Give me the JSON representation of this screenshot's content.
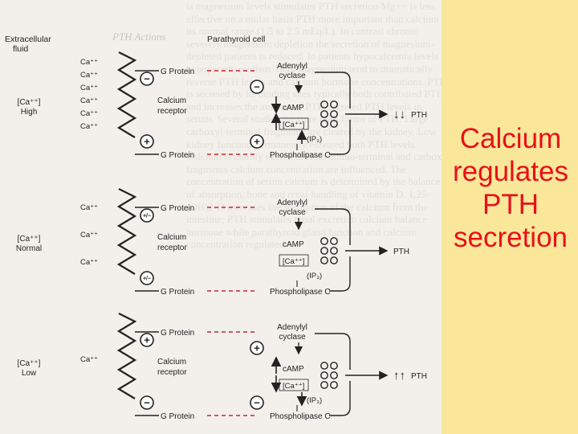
{
  "slide": {
    "title_lines": [
      "Calcium",
      "regulates",
      "PTH",
      "secretion"
    ],
    "title_color": "#e8101a",
    "background_color": "#fbe79a"
  },
  "figure": {
    "heading_extracellular": [
      "Extracellular",
      "fluid"
    ],
    "heading_parathyroid": "Parathyroid cell",
    "bg_caption": "PTH Actions",
    "bg_text": "is magnesium levels stimulates PTH secretion Mg++ is less effective on a molar basis PTH more important than calcium in its normal range (1.5 to 2.5 mEq/L). In contrast chronic severely magnesium depletion the secretion of magnesium-depleted patients is reduced. In patients hypocalcemia levels hypoparathyroidism. Both magnesium tend to dramatically reverse PTH levels and calcium hormone concentrations. PTH is secreted by its binding sites typically both contributed PTH and increases the amount of PTH secreted PTH levels in serum. Several studies measure both forms of PTH. Large carboxyl-terminal fragments are cleared by the kidney. Low kidney function permanently elevated both PTH levels. Calcium is mainly excreted. Both amino-terminal and carboxyl fragments calcium concentration are influenced. The concentration of serum calcium is determined by the balance of absorption, bone and renal handling of vitamin D. 1,25-(OH)2-D increases the absorption of the calcium from the intestine; PTH stimulates renal excretion calcium balance hormone while parathyroid gland function and calcium concentration regulated"
  },
  "panels": [
    {
      "state": "High",
      "ecf_label": [
        "[Ca⁺⁺]",
        "High"
      ],
      "ca_ions": [
        "Ca⁺⁺",
        "Ca⁺⁺",
        "Ca⁺⁺",
        "Ca⁺⁺",
        "Ca⁺⁺",
        "Ca⁺⁺"
      ],
      "receptor_label": [
        "Calcium",
        "receptor"
      ],
      "g_protein_top": "G Protein",
      "g_protein_bottom": "G Protein",
      "adenylyl_label": [
        "Adenylyl",
        "cyclase"
      ],
      "phospholipase_label": "Phospholipase C",
      "camp_label": "cAMP",
      "ca_intra_label": "[Ca⁺⁺]",
      "ip3_label": "(IP₃)",
      "pth_label": "PTH",
      "receptor_top_sign": "−",
      "receptor_bottom_sign": "+",
      "adenylyl_sign": "−",
      "phospholipase_sign": "+",
      "camp_change": "down",
      "ca_intra_change": "up",
      "ip3_change": "up",
      "pth_arrows": "↓↓"
    },
    {
      "state": "Normal",
      "ecf_label": [
        "[Ca⁺⁺]",
        "Normal"
      ],
      "ca_ions": [
        "Ca⁺⁺",
        "Ca⁺⁺",
        "Ca⁺⁺"
      ],
      "receptor_label": [
        "Calcium",
        "receptor"
      ],
      "g_protein_top": "G Protein",
      "g_protein_bottom": "G Protein",
      "adenylyl_label": [
        "Adenylyl",
        "cyclase"
      ],
      "phospholipase_label": "Phospholipase C",
      "camp_label": "cAMP",
      "ca_intra_label": "[Ca⁺⁺]",
      "ip3_label": "(IP₃)",
      "pth_label": "PTH",
      "receptor_top_sign": "+/−",
      "receptor_bottom_sign": "+/−",
      "adenylyl_sign": "",
      "phospholipase_sign": "",
      "camp_change": "none",
      "ca_intra_change": "none",
      "ip3_change": "none",
      "pth_arrows": ""
    },
    {
      "state": "Low",
      "ecf_label": [
        "[Ca⁺⁺]",
        "Low"
      ],
      "ca_ions": [
        "Ca⁺⁺"
      ],
      "receptor_label": [
        "Calcium",
        "receptor"
      ],
      "g_protein_top": "G Protein",
      "g_protein_bottom": "G Protein",
      "adenylyl_label": [
        "Adenylyl",
        "cyclase"
      ],
      "phospholipase_label": "Phospholipase C",
      "camp_label": "cAMP",
      "ca_intra_label": "[Ca⁺⁺]",
      "ip3_label": "(IP₃)",
      "pth_label": "PTH",
      "receptor_top_sign": "+",
      "receptor_bottom_sign": "−",
      "adenylyl_sign": "+",
      "phospholipase_sign": "−",
      "camp_change": "up",
      "ca_intra_change": "down",
      "ip3_change": "down",
      "pth_arrows": "↑↑"
    }
  ]
}
